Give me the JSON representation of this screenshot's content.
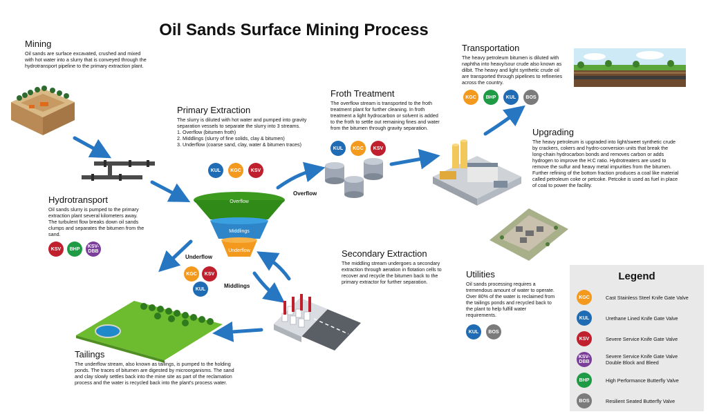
{
  "title": "Oil Sands Surface Mining Process",
  "sections": {
    "mining": {
      "heading": "Mining",
      "text": "Oil sands are surface excavated, crushed and mixed with hot water into a slurry that is conveyed through the hydrotransport pipeline to the primary extraction plant."
    },
    "hydrotransport": {
      "heading": "Hydrotransport",
      "text": "Oil sands slurry is pumped to the primary extraction plant several kilometers away. The turbulent flow breaks down oil sands clumps and separates the bitumen from the sand.",
      "badges": [
        "KSV",
        "BHP",
        "KSV-DBB"
      ]
    },
    "primary": {
      "heading": "Primary Extraction",
      "text": "The slurry is diluted with hot water and pumped into gravity separation vessels to separate the slurry into 3 streams.",
      "list": [
        "1. Overflow (bitumen froth)",
        "2. Middlings (slurry of fine solids, clay & bitumen)",
        "3. Underflow (coarse sand, clay, water & bitumen traces)"
      ],
      "badges": [
        "KUL",
        "KGC",
        "KSV"
      ]
    },
    "froth": {
      "heading": "Froth Treatment",
      "text": "The overflow stream is transported to the froth treatment plant for further cleaning. In froth treatment a light hydrocarbon or solvent is added to the froth to settle out remaining fines and water from the bitumen through gravity separation.",
      "badges": [
        "KUL",
        "KGC",
        "KSV"
      ]
    },
    "transportation": {
      "heading": "Transportation",
      "text": "The heavy petroleum bitumen is diluted with naphtha into heavy/sour crude also known as dilbit. The heavy and light synthetic crude oil are transported through pipelines to refineries across the country.",
      "badges": [
        "KGC",
        "BHP",
        "KUL",
        "BOS"
      ]
    },
    "upgrading": {
      "heading": "Upgrading",
      "text": "The heavy petroleum is upgraded into light/sweet synthetic crude by crackers, cokers and hydro-conversion units that break the long-chain hydrocarbon bonds and removes carbon or adds hydrogen to improve the H:C ratio. Hydrotreaters are used to remove the sulfur and heavy metal impurities from the bitumen. Further refining of the bottom fraction produces a coal like material called petroleum coke or petcoke. Petcoke is used as fuel in place of coal to power the facility."
    },
    "secondary": {
      "heading": "Secondary Extraction",
      "text": "The middling stream undergoes a secondary extraction through aeration in flotation cells to recover and recycle the bitumen back to the primary extractor for further separation."
    },
    "utilities": {
      "heading": "Utilities",
      "text": "Oil sands processing requires a tremendous amount of water to operate. Over 80% of the water is reclaimed from the tailings ponds and recycled back to the plant to help fulfill water requirements.",
      "badges": [
        "KUL",
        "BOS"
      ]
    },
    "tailings": {
      "heading": "Tailings",
      "text": "The underflow stream, also known as tailings, is pumped to the holding ponds. The traces of bitumen are digested by microorganisms. The sand and clay slowly settles back into the mine site as part of the reclamation process and the water is recycled back into the plant's process water."
    }
  },
  "flow_labels": {
    "overflow": "Overflow",
    "underflow": "Underflow",
    "middlings": "Middlings"
  },
  "underflow_badges": [
    "KGC",
    "KSV",
    "KUL"
  ],
  "funnel": {
    "top": "Overflow",
    "middle": "Middlings",
    "bottom": "Underflow"
  },
  "legend": {
    "title": "Legend",
    "items": [
      {
        "code": "KGC",
        "label": "Cast Stainless Steel Knife Gate Valve",
        "color": "#f39a1e"
      },
      {
        "code": "KUL",
        "label": "Urethane Lined Knife Gate Valve",
        "color": "#1f6bb4"
      },
      {
        "code": "KSV",
        "label": "Severe Service Knife Gate Valve",
        "color": "#c0202e"
      },
      {
        "code": "KSV-DBB",
        "label": "Severe Service Knife Gate Valve Double Block and Bleed",
        "color": "#7a3d9a"
      },
      {
        "code": "BHP",
        "label": "High Performance Butterfly Valve",
        "color": "#1f9a45"
      },
      {
        "code": "BOS",
        "label": "Resilient Seated Butterfly Valve",
        "color": "#7b7b7b"
      }
    ]
  }
}
